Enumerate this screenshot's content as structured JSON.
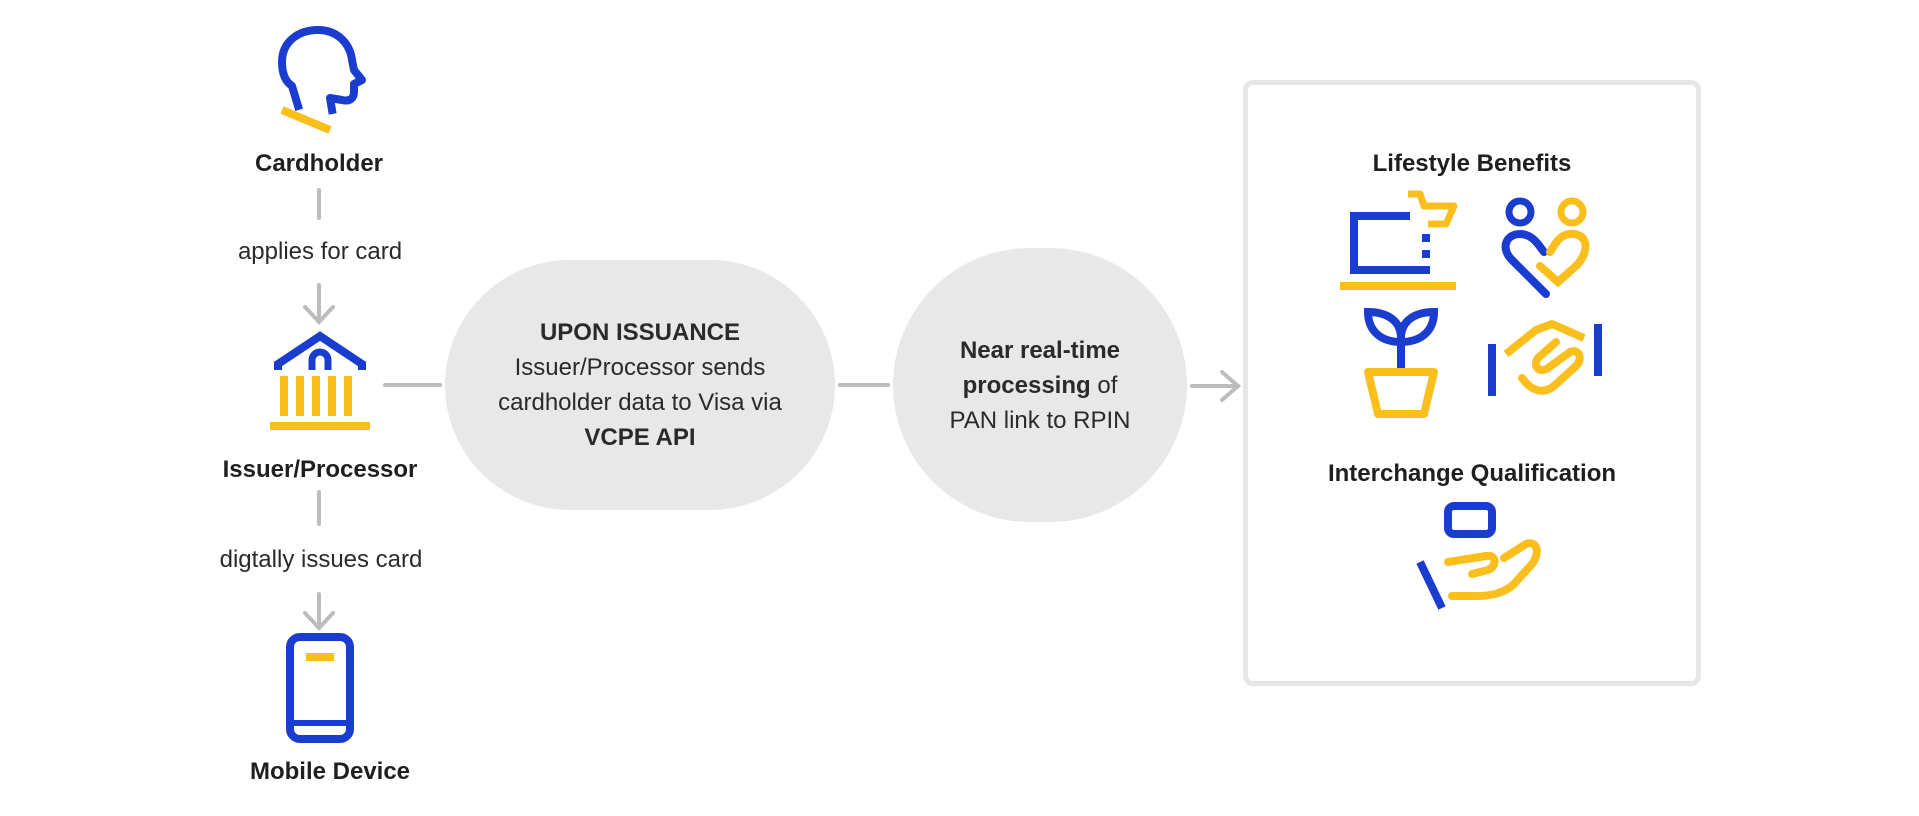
{
  "colors": {
    "blue": "#1a3ccf",
    "yellow": "#fbbf1d",
    "connector": "#bdbdbd",
    "pill_bg": "#e8e8e8",
    "box_border": "#e6e6e6"
  },
  "left_column": {
    "cardholder": {
      "label": "Cardholder",
      "icon": "person-head-icon"
    },
    "step1": {
      "label": "applies for card"
    },
    "issuer": {
      "label": "Issuer/Processor",
      "icon": "bank-icon"
    },
    "step2": {
      "label": "digtally issues card"
    },
    "mobile": {
      "label": "Mobile Device",
      "icon": "mobile-phone-icon"
    }
  },
  "issuance_pill": {
    "heading": "UPON ISSUANCE",
    "line1": "Issuer/Processor sends",
    "line2": "cardholder data to Visa via",
    "line3": "VCPE API"
  },
  "processing_pill": {
    "bold1": "Near real-time",
    "bold2": "processing",
    "rest2": "of",
    "line3": "PAN link to RPIN"
  },
  "benefits": {
    "lifestyle_title": "Lifestyle Benefits",
    "lifestyle_icons": [
      "shopping-laptop-icon",
      "people-heart-icon",
      "plant-pot-icon",
      "handshake-icon"
    ],
    "interchange_title": "Interchange Qualification",
    "interchange_icon": "hand-card-icon"
  }
}
